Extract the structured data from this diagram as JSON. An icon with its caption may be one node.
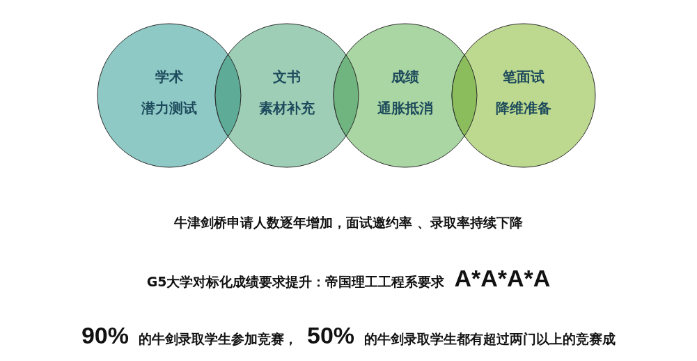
{
  "diagram": {
    "nodes": [
      {
        "text": [
          "学术",
          "潜力测试"
        ]
      },
      {
        "text": [
          "文书",
          "素材补充"
        ]
      },
      {
        "text": [
          "成绩",
          "通胀抵消"
        ]
      },
      {
        "text": [
          "笔面试",
          "降维准备"
        ]
      }
    ],
    "labels": [
      "牛津剑桥申请人数逐年增加，面试邀约率 、录取率持续下降",
      "G5大学对标化成绩要求提升：帝国理工工程系要求",
      "A*A*A*A",
      "90%",
      "的牛剑录取学生参加竞赛，",
      "50%",
      "的牛剑录取学生都有超过两门以上的竞赛成"
    ]
  }
}
